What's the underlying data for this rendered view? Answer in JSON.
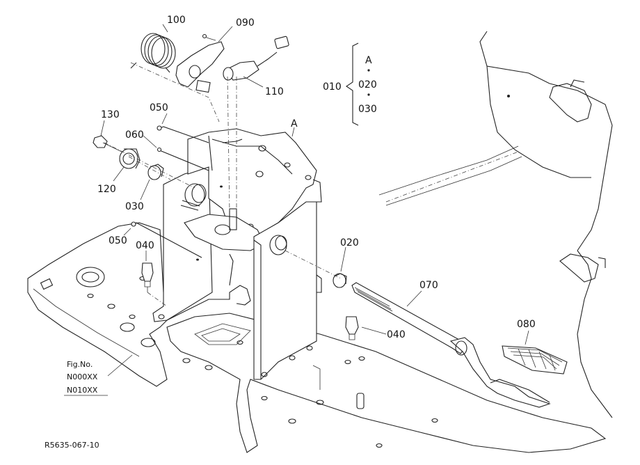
{
  "callouts": {
    "c100": "100",
    "c090": "090",
    "c110": "110",
    "c130": "130",
    "c050a": "050",
    "c060": "060",
    "c120": "120",
    "c030a": "030",
    "c050b": "050",
    "c040a": "040",
    "c020a": "020",
    "c070": "070",
    "c080": "080",
    "c040b": "040",
    "cA": "A"
  },
  "kit_group": {
    "parent": "010",
    "ref": "A",
    "items": [
      "020",
      "030"
    ]
  },
  "figure_box": {
    "line1": "Fig.No.",
    "line2": "N000XX",
    "line3": "N010XX"
  },
  "drawing_code": "R5635-067-10"
}
